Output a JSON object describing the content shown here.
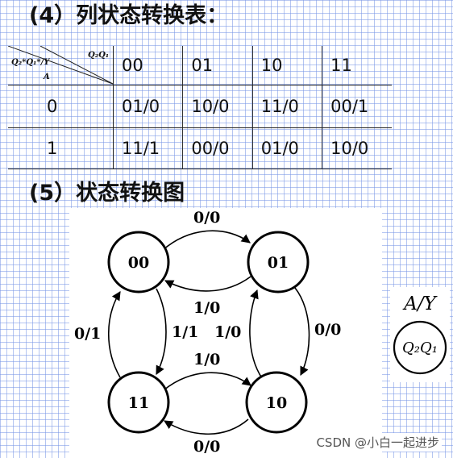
{
  "headings": {
    "table_section": "(4）列状态转换表：",
    "diagram_section": "(5）状态转换图"
  },
  "table": {
    "corner": {
      "top_right": "Q₂Q₁",
      "middle_left": "Q₂*Q₁*/Y",
      "bottom_left": "A"
    },
    "columns": [
      "00",
      "01",
      "10",
      "11"
    ],
    "rows": [
      {
        "input": "0",
        "cells": [
          "01/0",
          "10/0",
          "11/0",
          "00/1"
        ]
      },
      {
        "input": "1",
        "cells": [
          "11/1",
          "00/0",
          "01/0",
          "10/0"
        ]
      }
    ]
  },
  "diagram": {
    "states": [
      "00",
      "01",
      "10",
      "11"
    ],
    "transitions": [
      {
        "from": "00",
        "to": "01",
        "label": "0/0"
      },
      {
        "from": "01",
        "to": "00",
        "label": "1/0"
      },
      {
        "from": "01",
        "to": "10",
        "label": "0/0"
      },
      {
        "from": "10",
        "to": "01",
        "label": "1/0"
      },
      {
        "from": "10",
        "to": "11",
        "label": "0/0"
      },
      {
        "from": "11",
        "to": "10",
        "label": "1/0"
      },
      {
        "from": "11",
        "to": "00",
        "label": "0/1"
      },
      {
        "from": "00",
        "to": "11",
        "label": "1/1"
      }
    ],
    "legend": {
      "title": "A/Y",
      "node_label": "Q₂Q₁"
    }
  },
  "watermark": "CSDN @小白一起进步"
}
